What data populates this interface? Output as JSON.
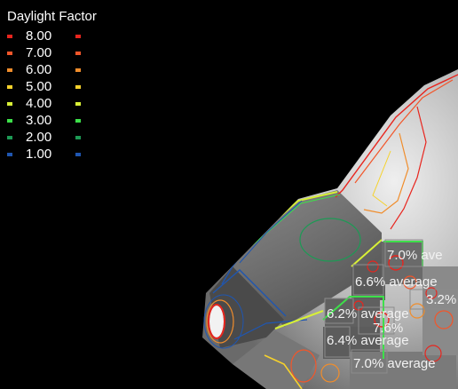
{
  "legend": {
    "title": "Daylight Factor",
    "items": [
      {
        "label": "8.00",
        "color": "#e8251e"
      },
      {
        "label": "7.00",
        "color": "#f2562a"
      },
      {
        "label": "6.00",
        "color": "#f08d2c"
      },
      {
        "label": "5.00",
        "color": "#f6d22c"
      },
      {
        "label": "4.00",
        "color": "#d8f036"
      },
      {
        "label": "3.00",
        "color": "#3de04a"
      },
      {
        "label": "2.00",
        "color": "#1d9a55"
      },
      {
        "label": "1.00",
        "color": "#1f56b0"
      }
    ]
  },
  "annotations": [
    {
      "text": "7.0% ave"
    },
    {
      "text": "6.6% average"
    },
    {
      "text": "3.2%"
    },
    {
      "text": "6.2% average"
    },
    {
      "text": "6.4% average"
    },
    {
      "text": "7.6%"
    },
    {
      "text": "7.0% average"
    }
  ]
}
